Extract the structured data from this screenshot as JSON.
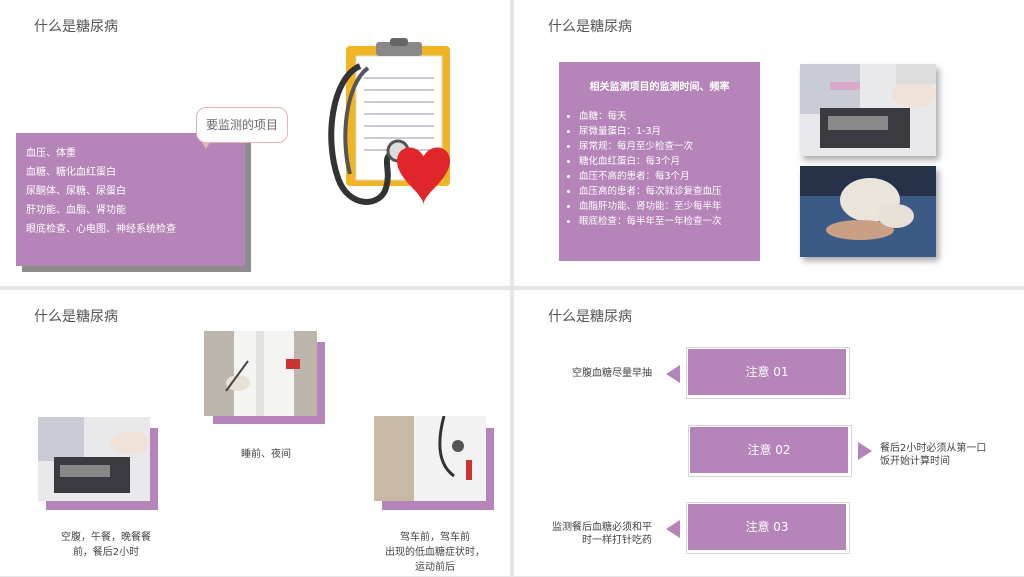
{
  "slides": {
    "s1": {
      "title": "什么是糖尿病",
      "bubble": "要监测的项目",
      "items": [
        "血压、体重",
        "血糖、糖化血红蛋白",
        "尿酮体、尿糖、尿蛋白",
        "肝功能、血脂、肾功能",
        "眼底检查、心电图、神经系统检查"
      ]
    },
    "s2": {
      "title": "什么是糖尿病",
      "box_title": "相关监测项目的监测时间、频率",
      "items": [
        "血糖：每天",
        "尿微量蛋白：1-3月",
        "尿常规：每月至少检查一次",
        "糖化血红蛋白：每3个月",
        "血压不高的患者：每3个月",
        "血压高的患者：每次就诊复查血压",
        "血脂肝功能、肾功能：至少每半年",
        "眼底检查：每半年至一年检查一次"
      ]
    },
    "s3": {
      "title": "什么是糖尿病",
      "cap_left_1": "空腹，午餐，晚餐餐",
      "cap_left_2": "前，餐后2小时",
      "cap_mid": "睡前、夜间",
      "cap_right_1": "驾车前，驾车前",
      "cap_right_2": "出现的低血糖症状时，",
      "cap_right_3": "运动前后"
    },
    "s4": {
      "title": "什么是糖尿病",
      "notes": [
        "注意 01",
        "注意 02",
        "注意 03"
      ],
      "text_1": "空腹血糖尽量早抽",
      "text_2a": "餐后2小时必须从第一口",
      "text_2b": "饭开始计算时间",
      "text_3a": "监测餐后血糖必须和平",
      "text_3b": "时一样打针吃药"
    }
  },
  "colors": {
    "accent": "#b584b8",
    "shadow": "#8d8d8d",
    "heart": "#e0262b",
    "clipboard": "#f1b424"
  }
}
